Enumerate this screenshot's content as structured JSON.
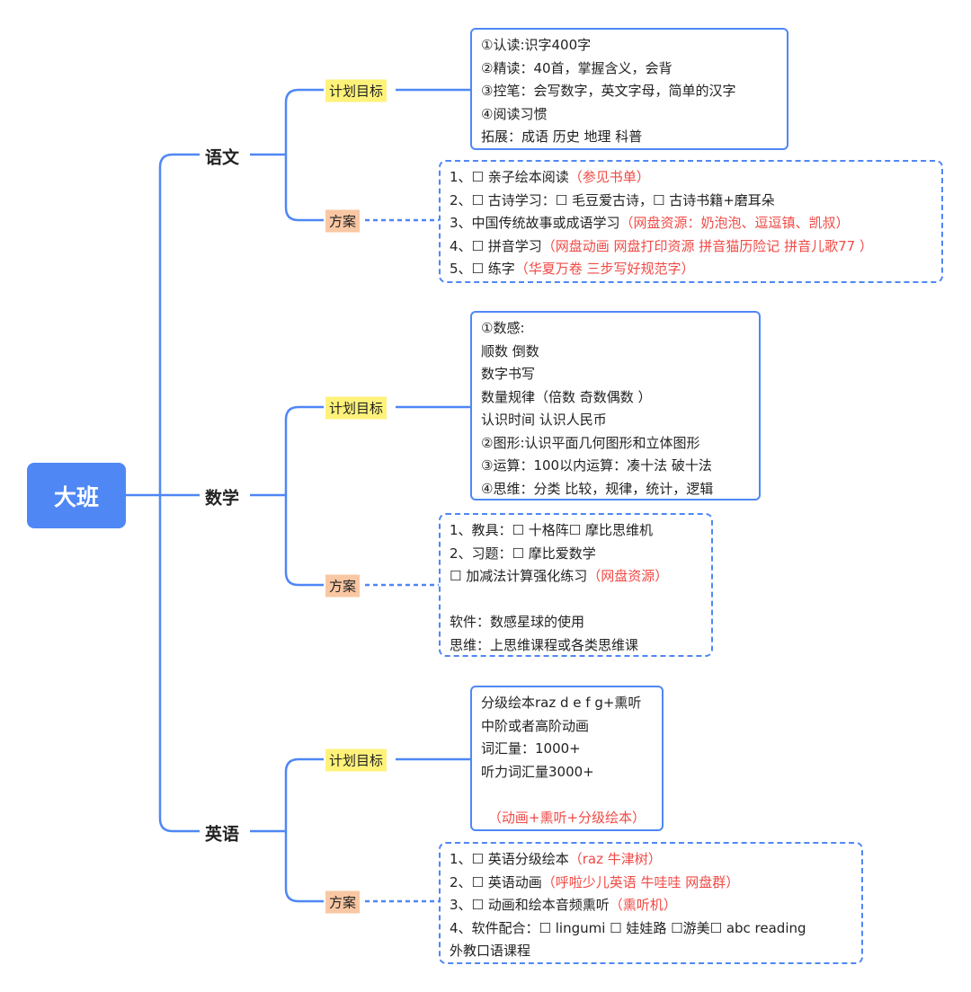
{
  "root": "大班",
  "colors": {
    "accent": "#4f87f5",
    "highlight_goal": "#fff27a",
    "highlight_plan": "#f9c7a3",
    "red_text": "#f04a45"
  },
  "subjects": [
    {
      "name": "语文",
      "goal_label": "计划目标",
      "plan_label": "方案",
      "goal_lines": [
        [
          {
            "t": "①认读:识字400字"
          }
        ],
        [
          {
            "t": "②精读：40首，掌握含义，会背"
          }
        ],
        [
          {
            "t": "③控笔：会写数字，英文字母，简单的汉字"
          }
        ],
        [
          {
            "t": "④阅读习惯"
          }
        ],
        [
          {
            "t": "拓展：成语 历史 地理 科普"
          }
        ]
      ],
      "plan_lines": [
        [
          {
            "t": "1、☐ 亲子绘本阅读"
          },
          {
            "t": "（参见书单）",
            "red": true
          }
        ],
        [
          {
            "t": "2、☐ 古诗学习：☐ 毛豆爱古诗，☐ 古诗书籍+磨耳朵"
          }
        ],
        [
          {
            "t": "3、中国传统故事或成语学习"
          },
          {
            "t": "（网盘资源：奶泡泡、逗逗镇、凯叔）",
            "red": true
          }
        ],
        [
          {
            "t": "4、☐ 拼音学习"
          },
          {
            "t": "（网盘动画 网盘打印资源 拼音猫历险记 拼音儿歌77 ）",
            "red": true
          }
        ],
        [
          {
            "t": "5、☐ 练字"
          },
          {
            "t": "（华夏万卷 三步写好规范字）",
            "red": true
          }
        ]
      ]
    },
    {
      "name": "数学",
      "goal_label": "计划目标",
      "plan_label": "方案",
      "goal_lines": [
        [
          {
            "t": "①数感:"
          }
        ],
        [
          {
            "t": "顺数 倒数"
          }
        ],
        [
          {
            "t": "数字书写"
          }
        ],
        [
          {
            "t": "数量规律（倍数 奇数偶数 ）"
          }
        ],
        [
          {
            "t": "认识时间 认识人民币"
          }
        ],
        [
          {
            "t": "②图形:认识平面几何图形和立体图形"
          }
        ],
        [
          {
            "t": "③运算：100以内运算：凑十法 破十法"
          }
        ],
        [
          {
            "t": "④思维：分类 比较，规律，统计，逻辑"
          }
        ]
      ],
      "plan_lines": [
        [
          {
            "t": "1、教具：☐ 十格阵☐ 摩比思维机"
          }
        ],
        [
          {
            "t": "2、习题：☐ 摩比爱数学"
          }
        ],
        [
          {
            "t": "☐ 加减法计算强化练习"
          },
          {
            "t": "（网盘资源）",
            "red": true
          }
        ],
        [
          {
            "t": ""
          }
        ],
        [
          {
            "t": "软件：数感星球的使用"
          }
        ],
        [
          {
            "t": "思维：上思维课程或各类思维课"
          }
        ]
      ]
    },
    {
      "name": "英语",
      "goal_label": "计划目标",
      "plan_label": "方案",
      "goal_lines": [
        [
          {
            "t": "分级绘本raz d e f g+熏听"
          }
        ],
        [
          {
            "t": "中阶或者高阶动画"
          }
        ],
        [
          {
            "t": "词汇量：1000+"
          }
        ],
        [
          {
            "t": "听力词汇量3000+"
          }
        ],
        [
          {
            "t": ""
          }
        ],
        [
          {
            "t": "（动画+熏听+分级绘本）",
            "red": true
          }
        ]
      ],
      "plan_lines": [
        [
          {
            "t": "1、☐ 英语分级绘本"
          },
          {
            "t": "（raz 牛津树）",
            "red": true
          }
        ],
        [
          {
            "t": "2、☐ 英语动画"
          },
          {
            "t": "（呼啦少儿英语 牛哇哇 网盘群）",
            "red": true
          }
        ],
        [
          {
            "t": "3、☐ 动画和绘本音频熏听"
          },
          {
            "t": "（熏听机）",
            "red": true
          }
        ],
        [
          {
            "t": "4、软件配合：☐ lingumi ☐ 娃娃路 ☐游美☐ abc reading"
          }
        ],
        [
          {
            "t": "外教口语课程"
          }
        ]
      ]
    }
  ]
}
